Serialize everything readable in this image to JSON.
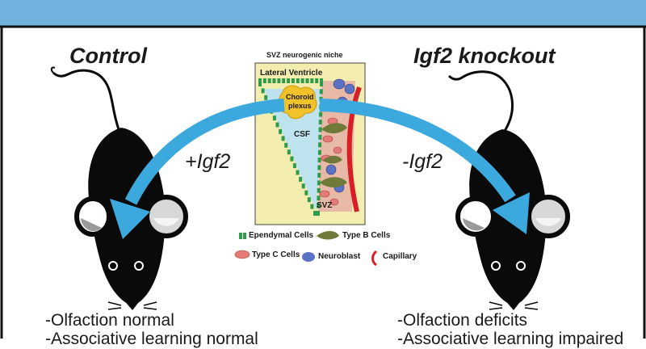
{
  "colors": {
    "banner": "#6fb2dd",
    "arrow": "#3ba9de",
    "niche_bg": "#f3eeb0",
    "ependymal": "#2e9a4a",
    "type_b": "#6f7a3a",
    "type_c": "#e57a76",
    "neuroblast": "#5a71c4",
    "capillary": "#d71f26",
    "choroid": "#f2c22a",
    "csf": "#bfe3ee",
    "mouse": "#0a0a0a"
  },
  "left": {
    "title": "Control",
    "arrow_label": "+Igf2",
    "outcome_1": "-Olfaction normal",
    "outcome_2": "-Associative learning normal"
  },
  "right": {
    "title": "Igf2 knockout",
    "arrow_label": "-Igf2",
    "outcome_1": "-Olfaction deficits",
    "outcome_2": "-Associative learning impaired"
  },
  "niche": {
    "title": "SVZ neurogenic niche",
    "lateral_ventricle": "Lateral Ventricle",
    "choroid_line1": "Choroid",
    "choroid_line2": "plexus",
    "csf": "CSF",
    "svz": "SVZ"
  },
  "legend": {
    "ependymal": "Ependymal Cells",
    "type_b": "Type B Cells",
    "type_c": "Type C Cells",
    "neuroblast": "Neuroblast",
    "capillary": "Capillary"
  },
  "icons": [
    "mouse-icon",
    "curved-arrow-icon"
  ]
}
